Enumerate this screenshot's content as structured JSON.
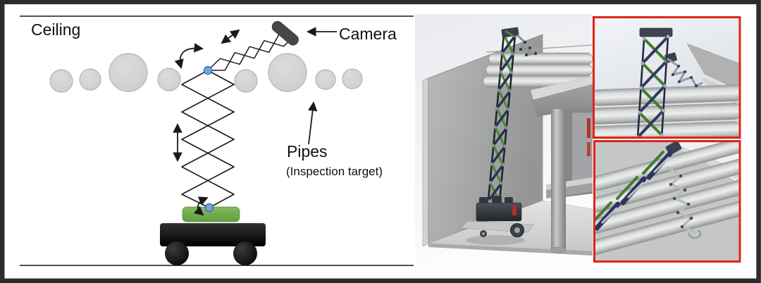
{
  "frame": {
    "border_color": "#2c2c2c"
  },
  "diagram": {
    "ceiling_label": "Ceiling",
    "camera_label": "Camera",
    "pipes_label": "Pipes",
    "pipes_sublabel": "(Inspection target)",
    "colors": {
      "pipe_fill": "#d6d6d6",
      "pipe_stroke": "#b3b3b3",
      "pivot_blue": "#6fa8dc",
      "base_green": "#70ad47",
      "cart_black": "#141414",
      "camera_dark": "#474747",
      "line_black": "#1a1a1a"
    }
  },
  "cad": {
    "colors": {
      "inset_border_red": "#e02419",
      "robot_green": "#4c8a33",
      "robot_navy": "#2b3252",
      "wall_gray": "#a8aaa9",
      "pipe_gray": "#cfd1d0"
    }
  }
}
